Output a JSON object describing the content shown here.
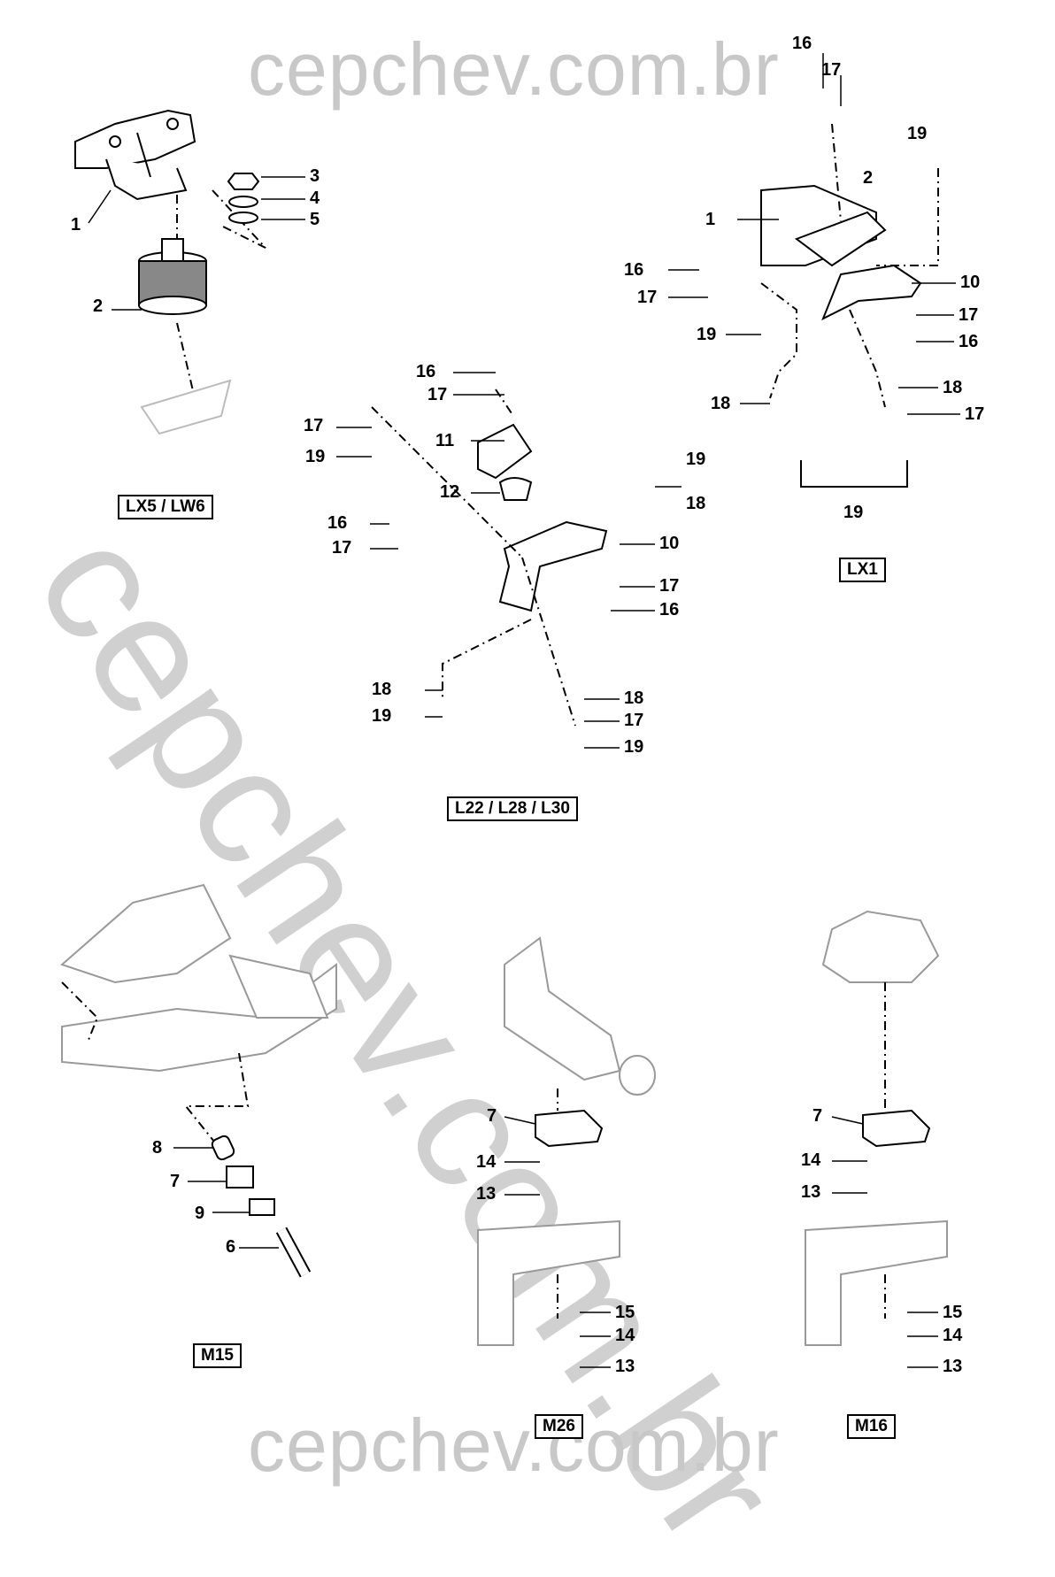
{
  "watermark": {
    "top": "cepchev.com.br",
    "diagonal": "cepchev.com.br",
    "bottom": "cepchev.com.br"
  },
  "variant_labels": {
    "lx5_lw6": "LX5 / LW6",
    "l22_l28_l30": "L22 / L28 / L30",
    "lx1": "LX1",
    "m15": "M15",
    "m26": "M26",
    "m16": "M16"
  },
  "callouts": {
    "lx5": [
      "1",
      "2",
      "3",
      "4",
      "5"
    ],
    "l22": [
      "16",
      "17",
      "17",
      "19",
      "11",
      "12",
      "16",
      "17",
      "19",
      "18",
      "10",
      "17",
      "16",
      "18",
      "19",
      "18",
      "17",
      "19"
    ],
    "lx1": [
      "16",
      "17",
      "19",
      "2",
      "1",
      "16",
      "17",
      "10",
      "17",
      "19",
      "16",
      "18",
      "18",
      "17",
      "19"
    ],
    "m15": [
      "8",
      "7",
      "9",
      "6"
    ],
    "m26": [
      "7",
      "14",
      "13",
      "15",
      "14",
      "13"
    ],
    "m16": [
      "7",
      "14",
      "13",
      "15",
      "14",
      "13"
    ]
  }
}
